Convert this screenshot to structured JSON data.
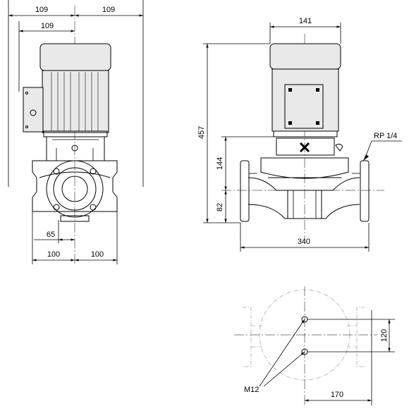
{
  "front_view": {
    "dims": {
      "top_left": "109",
      "top_right": "109",
      "upper": "109",
      "flange": "65",
      "bottom_left": "100",
      "bottom_right": "100"
    }
  },
  "side_view": {
    "dims": {
      "motor_width": "141",
      "total_height": "457",
      "height_to_motor": "144",
      "foot_height": "82",
      "length": "340"
    },
    "labels": {
      "port": "RP 1/4"
    }
  },
  "base_view": {
    "dims": {
      "bolt_spacing": "120",
      "bolt_offset": "170"
    },
    "labels": {
      "bolts": "M12"
    }
  }
}
